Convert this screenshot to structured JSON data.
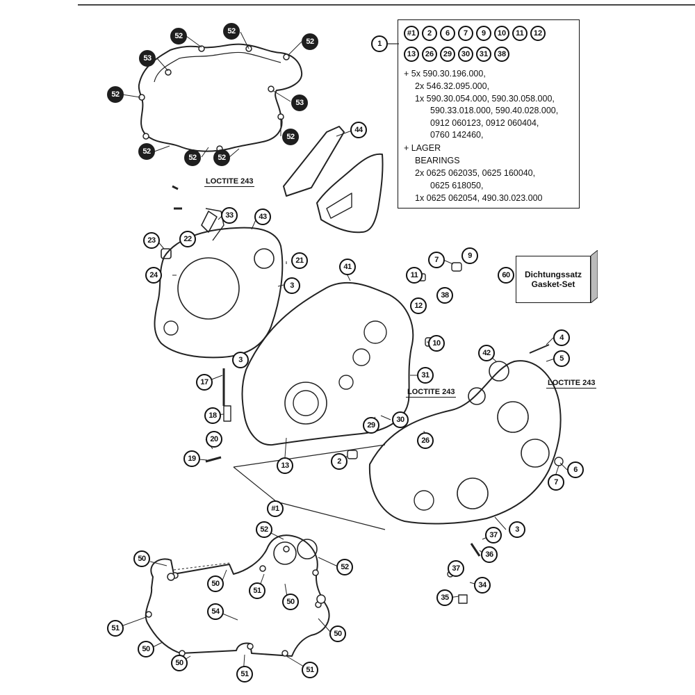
{
  "callouts": [
    {
      "id": "c52a",
      "label": "52"
    },
    {
      "id": "c52b",
      "label": "52"
    },
    {
      "id": "c52c",
      "label": "52"
    },
    {
      "id": "c53a",
      "label": "53"
    },
    {
      "id": "c52d",
      "label": "52"
    },
    {
      "id": "c53b",
      "label": "53"
    },
    {
      "id": "c52e",
      "label": "52"
    },
    {
      "id": "c52f",
      "label": "52"
    },
    {
      "id": "c52g",
      "label": "52"
    },
    {
      "id": "c52h",
      "label": "52"
    },
    {
      "id": "c44",
      "label": "44"
    },
    {
      "id": "c33",
      "label": "33"
    },
    {
      "id": "c43",
      "label": "43"
    },
    {
      "id": "c22",
      "label": "22"
    },
    {
      "id": "c23",
      "label": "23"
    },
    {
      "id": "c21",
      "label": "21"
    },
    {
      "id": "c24",
      "label": "24"
    },
    {
      "id": "c3a",
      "label": "3"
    },
    {
      "id": "c41",
      "label": "41"
    },
    {
      "id": "c11",
      "label": "11"
    },
    {
      "id": "c7a",
      "label": "7"
    },
    {
      "id": "c9",
      "label": "9"
    },
    {
      "id": "c12",
      "label": "12"
    },
    {
      "id": "c38",
      "label": "38"
    },
    {
      "id": "c60",
      "label": "60"
    },
    {
      "id": "c10",
      "label": "10"
    },
    {
      "id": "c3b",
      "label": "3"
    },
    {
      "id": "c42",
      "label": "42"
    },
    {
      "id": "c4",
      "label": "4"
    },
    {
      "id": "c5",
      "label": "5"
    },
    {
      "id": "c31",
      "label": "31"
    },
    {
      "id": "c17",
      "label": "17"
    },
    {
      "id": "c18",
      "label": "18"
    },
    {
      "id": "c30",
      "label": "30"
    },
    {
      "id": "c29",
      "label": "29"
    },
    {
      "id": "c26",
      "label": "26"
    },
    {
      "id": "c20",
      "label": "20"
    },
    {
      "id": "c19",
      "label": "19"
    },
    {
      "id": "c13",
      "label": "13"
    },
    {
      "id": "c2",
      "label": "2"
    },
    {
      "id": "c6",
      "label": "6"
    },
    {
      "id": "c7b",
      "label": "7"
    },
    {
      "id": "chash1",
      "label": "#1"
    },
    {
      "id": "c3c",
      "label": "3"
    },
    {
      "id": "c52i",
      "label": "52"
    },
    {
      "id": "c37a",
      "label": "37"
    },
    {
      "id": "c50a",
      "label": "50"
    },
    {
      "id": "c52j",
      "label": "52"
    },
    {
      "id": "c36",
      "label": "36"
    },
    {
      "id": "c50b",
      "label": "50"
    },
    {
      "id": "c51a",
      "label": "51"
    },
    {
      "id": "c37b",
      "label": "37"
    },
    {
      "id": "c34",
      "label": "34"
    },
    {
      "id": "c50c",
      "label": "50"
    },
    {
      "id": "c35",
      "label": "35"
    },
    {
      "id": "c54",
      "label": "54"
    },
    {
      "id": "c51b",
      "label": "51"
    },
    {
      "id": "c50d",
      "label": "50"
    },
    {
      "id": "c50e",
      "label": "50"
    },
    {
      "id": "c50f",
      "label": "50"
    },
    {
      "id": "c51c",
      "label": "51"
    },
    {
      "id": "c51d",
      "label": "51"
    }
  ],
  "loctite_labels": [
    "LOCTITE 243",
    "LOCTITE 243",
    "LOCTITE 243"
  ],
  "info_box": {
    "part_number": "1",
    "set_refs_row1": [
      "#1",
      "2",
      "6",
      "7",
      "9",
      "10",
      "11",
      "12"
    ],
    "set_refs_row2": [
      "13",
      "26",
      "29",
      "30",
      "31",
      "38"
    ],
    "lines": [
      "+ 5x 590.30.196.000,",
      "2x 546.32.095.000,",
      "1x 590.30.054.000, 590.30.058.000,",
      "590.33.018.000, 590.40.028.000,",
      "0912 060123, 0912 060404,",
      "0760 142460,",
      "+ LAGER",
      "BEARINGS",
      "2x 0625 062035, 0625 160040,",
      "0625 618050,",
      "1x 0625 062054, 490.30.023.000"
    ]
  },
  "gasket_set": {
    "line1": "Dichtungssatz",
    "line2": "Gasket-Set"
  }
}
